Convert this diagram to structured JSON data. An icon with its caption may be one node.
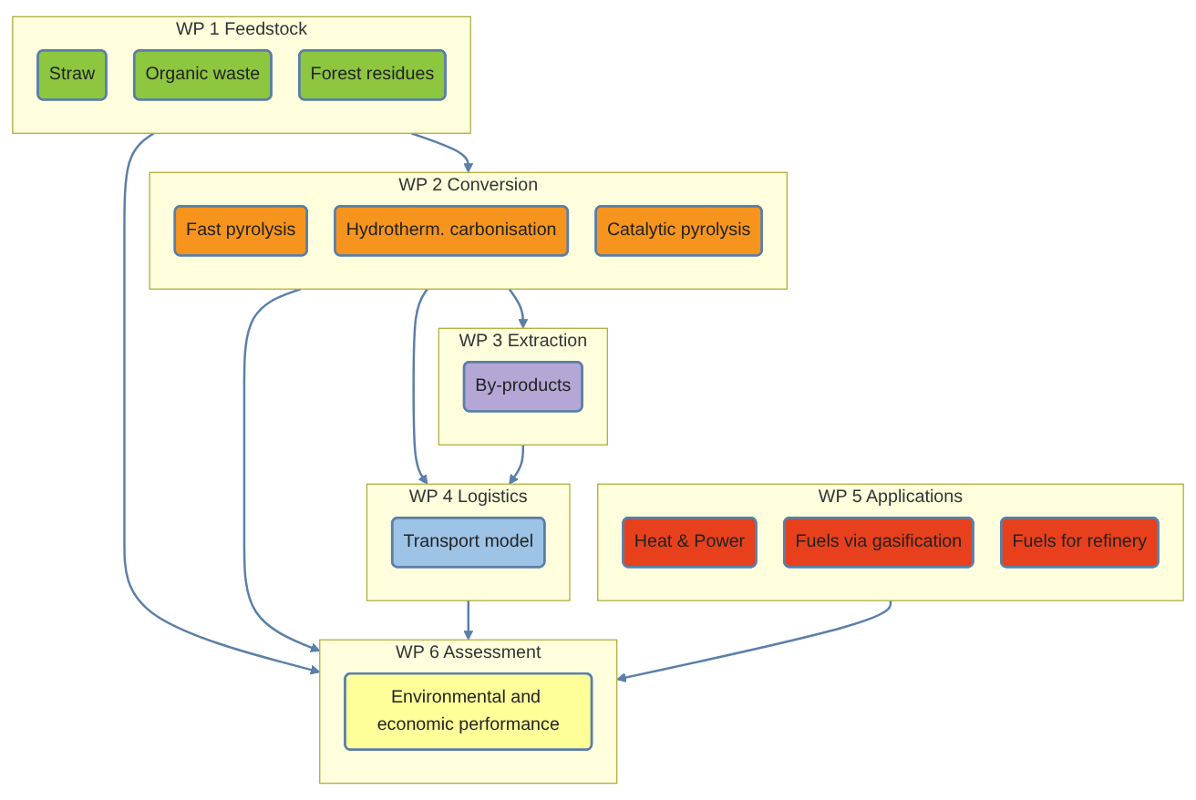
{
  "diagram": {
    "nodes": [
      {
        "text": [
          "WP 1 Feedstock"
        ]
      },
      {
        "text": [
          "Straw"
        ],
        "in": 0
      },
      {
        "text": [
          "Organic waste"
        ],
        "in": 0
      },
      {
        "text": [
          "Forest residues"
        ],
        "in": 0
      },
      {
        "text": [
          "WP 2 Conversion"
        ]
      },
      {
        "text": [
          "Fast pyrolysis"
        ],
        "in": 4
      },
      {
        "text": [
          "Hydrotherm. carbonisation"
        ],
        "in": 4
      },
      {
        "text": [
          "Catalytic pyrolysis"
        ],
        "in": 4
      },
      {
        "text": [
          "WP 3 Extraction"
        ]
      },
      {
        "text": [
          "By-products"
        ],
        "in": 8
      },
      {
        "text": [
          "WP 4 Logistics"
        ]
      },
      {
        "text": [
          "Transport model"
        ],
        "in": 10
      },
      {
        "text": [
          "WP 5 Applications"
        ]
      },
      {
        "text": [
          "Heat & Power"
        ],
        "in": 12
      },
      {
        "text": [
          "Fuels via gasification"
        ],
        "in": 12
      },
      {
        "text": [
          "Fuels for refinery"
        ],
        "in": 12
      },
      {
        "text": [
          "WP 6 Assessment"
        ]
      },
      {
        "text": [
          "Environmental and economic performance"
        ],
        "in": 16
      }
    ],
    "edges": [
      {
        "from": 0,
        "to": 4,
        "arrow": "to"
      },
      {
        "from": 4,
        "to": 8,
        "arrow": "to"
      },
      {
        "from": 4,
        "to": 10,
        "arrow": "to"
      },
      {
        "from": 8,
        "to": 10,
        "arrow": "to"
      },
      {
        "from": 0,
        "to": 16,
        "arrow": "to"
      },
      {
        "from": 4,
        "to": 16,
        "arrow": "to"
      },
      {
        "from": 10,
        "to": 16,
        "arrow": "to"
      },
      {
        "from": 12,
        "to": 16,
        "arrow": "to"
      }
    ]
  }
}
